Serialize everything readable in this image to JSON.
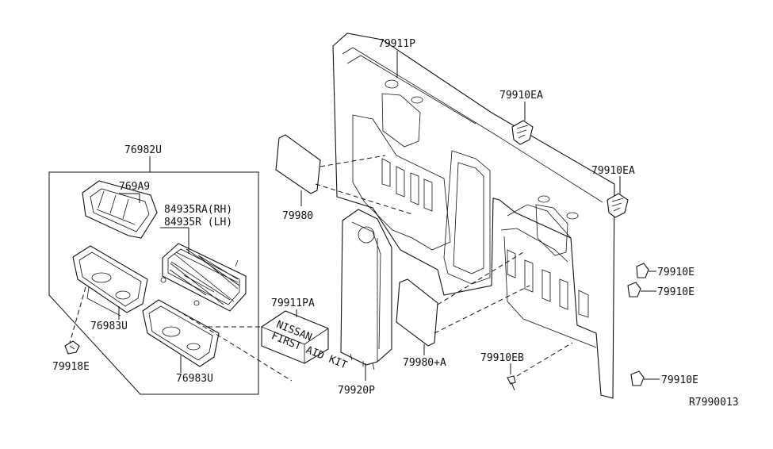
{
  "diagram_id": "R7990013",
  "parts": {
    "p76982U": "76982U",
    "p769A9": "769A9",
    "p84935RA": "84935RA(RH)",
    "p84935R": "84935R (LH)",
    "p76983U_a": "76983U",
    "p76983U_b": "76983U",
    "p79918E": "79918E",
    "p79911PA": "79911PA",
    "p79911P": "79911P",
    "p79910EA_a": "79910EA",
    "p79910EA_b": "79910EA",
    "p79980": "79980",
    "p79980A": "79980+A",
    "p79920P": "79920P",
    "p79910EB": "79910EB",
    "p79910E_a": "79910E",
    "p79910E_b": "79910E",
    "p79910E_c": "79910E"
  },
  "kit_text": {
    "brand": "NISSAN",
    "kit": "FIRST AID KIT"
  }
}
